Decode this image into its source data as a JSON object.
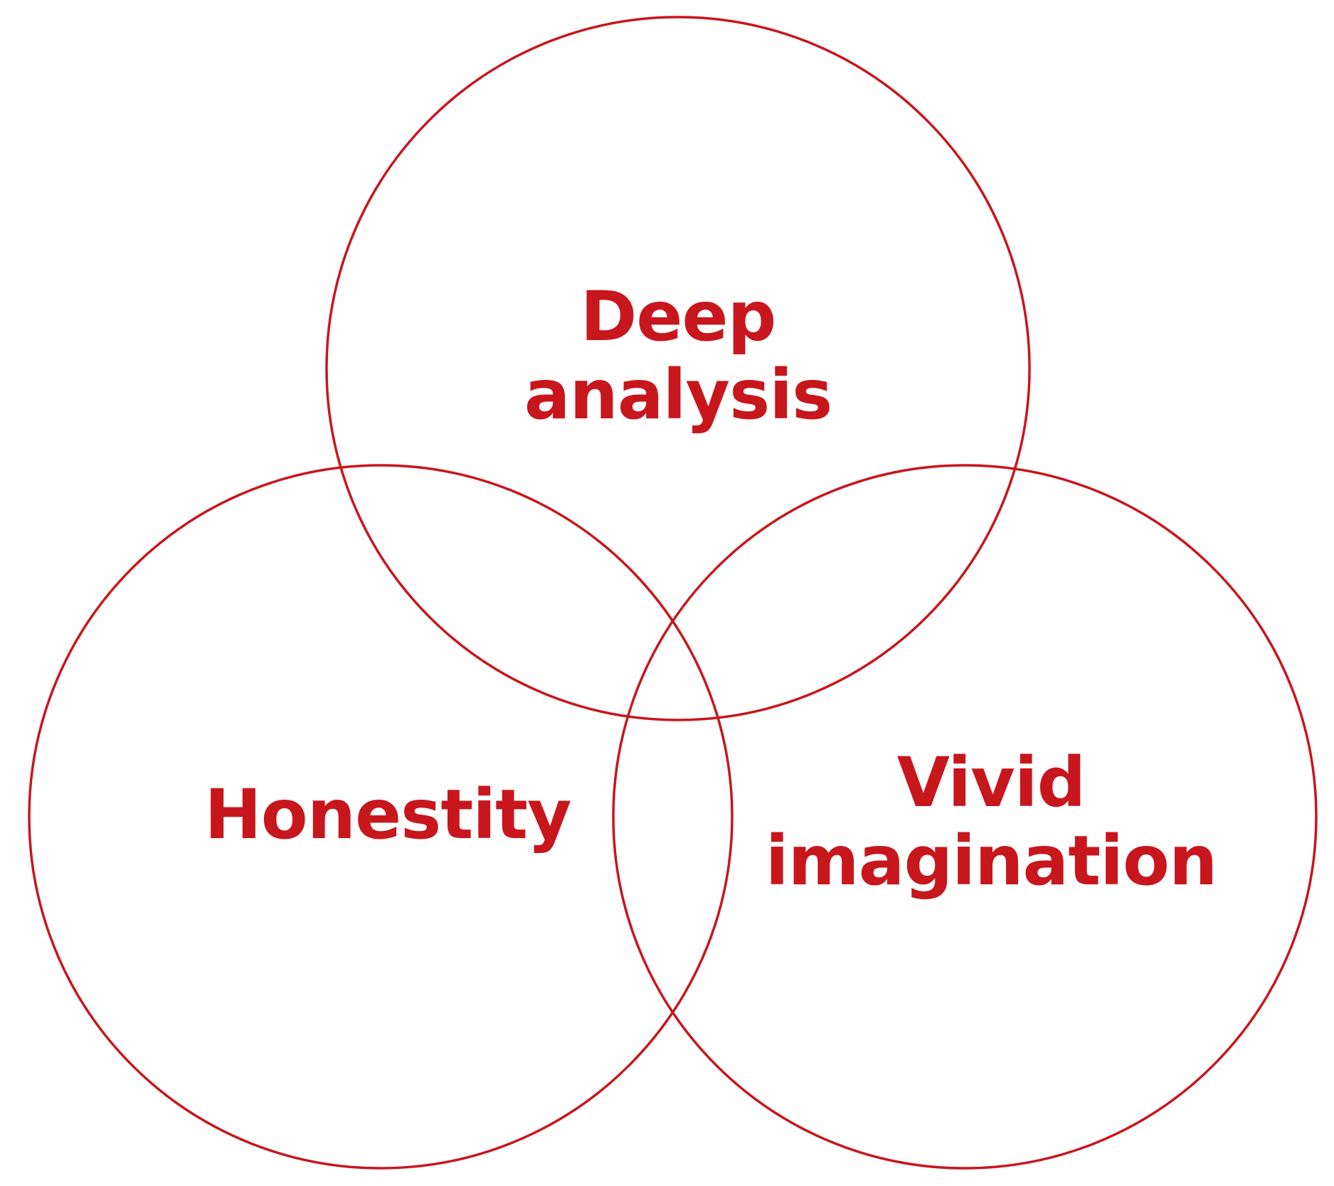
{
  "colors": {
    "accent": "#c8161d",
    "background": "#ffffff"
  },
  "circles": [
    {
      "id": "top",
      "lines": [
        "Deep",
        "analysis"
      ]
    },
    {
      "id": "left",
      "lines": [
        "Honestity"
      ]
    },
    {
      "id": "right",
      "lines": [
        "Vivid",
        "imagination"
      ]
    }
  ]
}
